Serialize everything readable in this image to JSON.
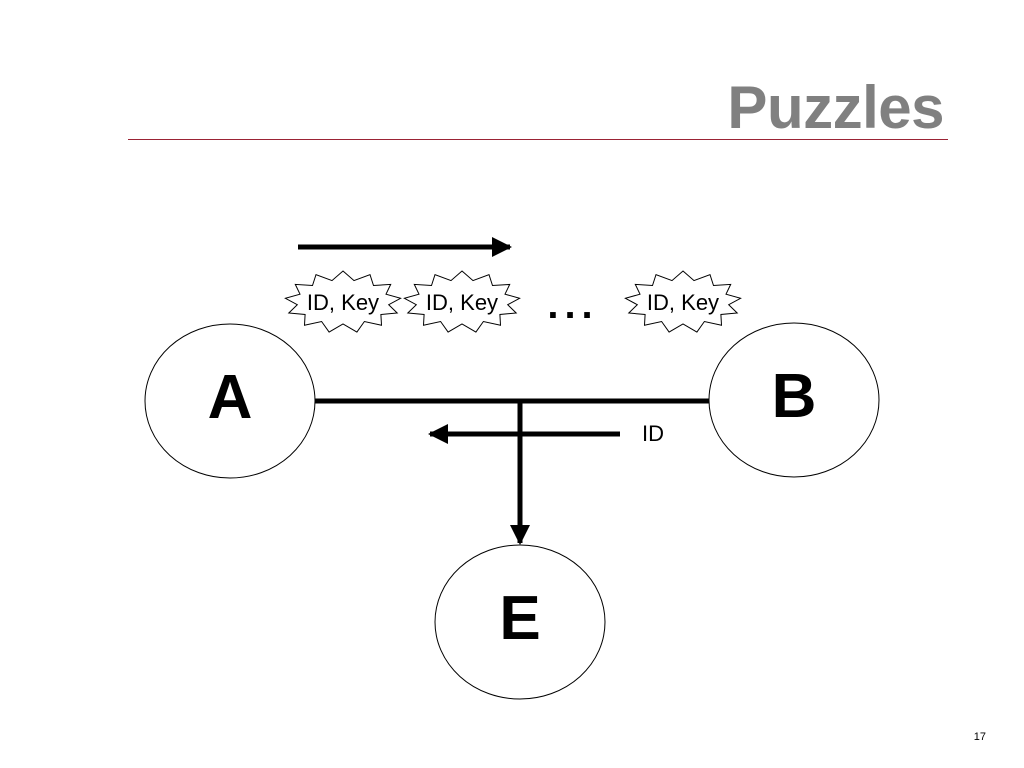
{
  "slide": {
    "title": "Puzzles",
    "page_number": "17"
  },
  "diagram": {
    "nodes": {
      "a": "A",
      "b": "B",
      "e": "E"
    },
    "puzzles": [
      "ID, Key",
      "ID, Key",
      "ID, Key"
    ],
    "ellipsis": "...",
    "reply_label": "ID"
  }
}
